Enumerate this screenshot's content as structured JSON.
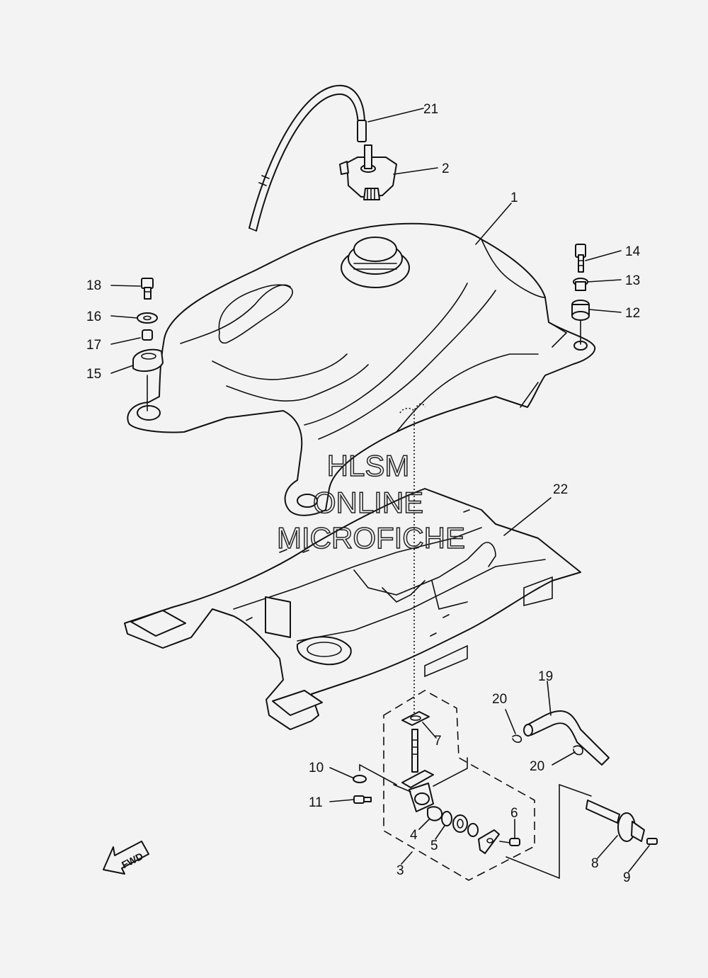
{
  "watermark": {
    "line1": "HLSM",
    "line2": "ONLINE",
    "line3": "MICROFICHE"
  },
  "fwd_label": "FWD",
  "callouts": {
    "c1": "1",
    "c2": "2",
    "c3": "3",
    "c4": "4",
    "c5": "5",
    "c6": "6",
    "c7": "7",
    "c8": "8",
    "c9": "9",
    "c10": "10",
    "c11": "11",
    "c12": "12",
    "c13": "13",
    "c14": "14",
    "c15": "15",
    "c16": "16",
    "c17": "17",
    "c18": "18",
    "c19": "19",
    "c20a": "20",
    "c20b": "20",
    "c21": "21",
    "c22": "22"
  }
}
